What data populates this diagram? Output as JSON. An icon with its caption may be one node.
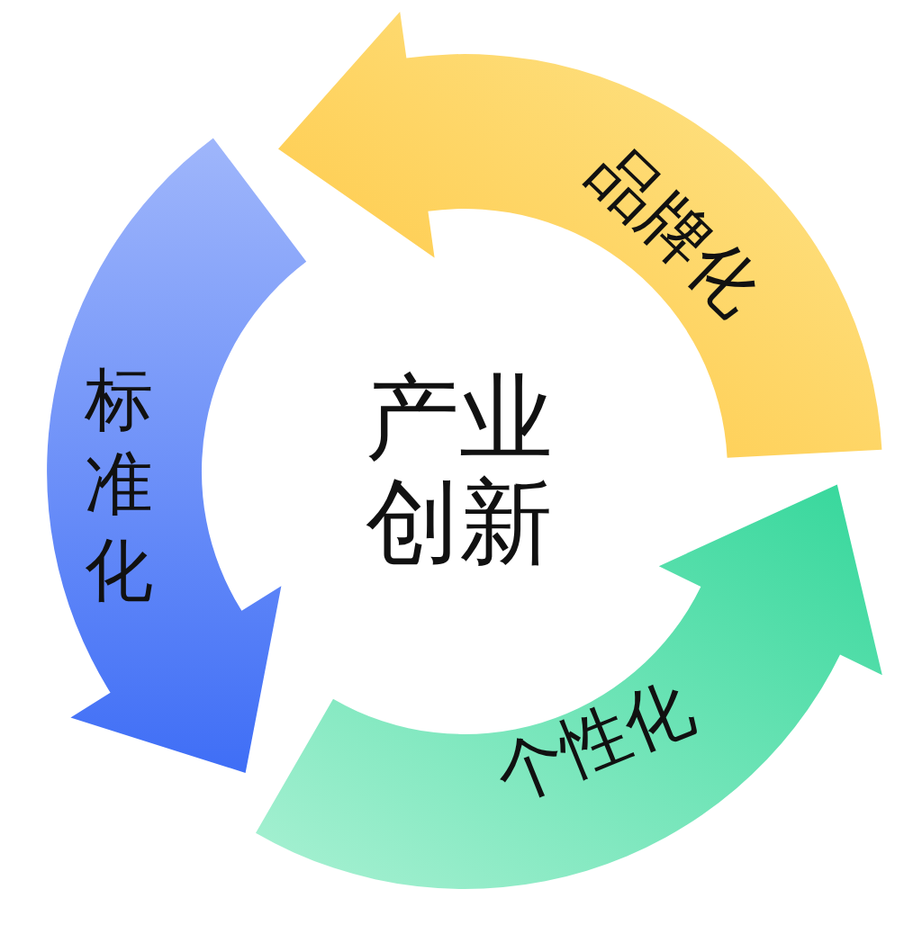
{
  "diagram": {
    "nodes": [
      {
        "text": [
          "产业创新"
        ]
      },
      {
        "text": [
          "品牌化"
        ]
      },
      {
        "text": [
          "标准化"
        ]
      },
      {
        "text": [
          "个性化"
        ]
      }
    ]
  }
}
